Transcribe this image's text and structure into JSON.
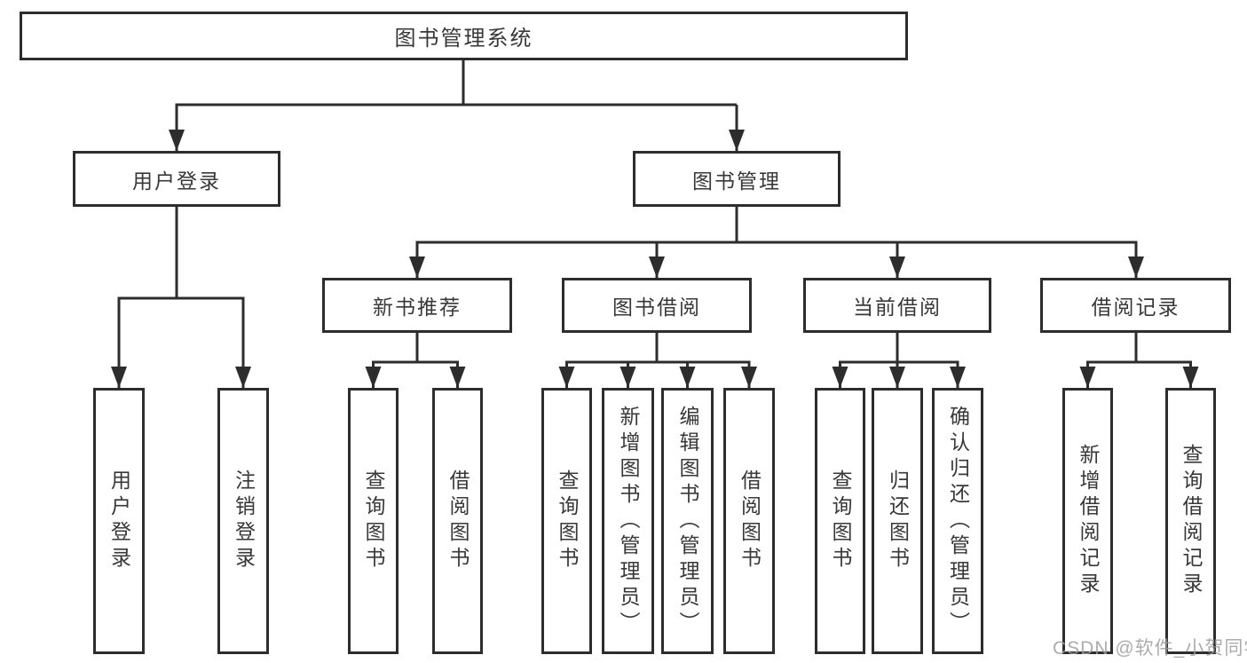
{
  "tree": {
    "label": "图书管理系统",
    "children": [
      {
        "label": "用户登录",
        "children": [
          {
            "label": "用户登录"
          },
          {
            "label": "注销登录"
          }
        ]
      },
      {
        "label": "图书管理",
        "children": [
          {
            "label": "新书推荐",
            "children": [
              {
                "label": "查询图书"
              },
              {
                "label": "借阅图书"
              }
            ]
          },
          {
            "label": "图书借阅",
            "children": [
              {
                "label": "查询图书"
              },
              {
                "label": "新增图书（管理员）"
              },
              {
                "label": "编辑图书（管理员）"
              },
              {
                "label": "借阅图书"
              }
            ]
          },
          {
            "label": "当前借阅",
            "children": [
              {
                "label": "查询图书"
              },
              {
                "label": "归还图书"
              },
              {
                "label": "确认归还（管理员）"
              }
            ]
          },
          {
            "label": "借阅记录",
            "children": [
              {
                "label": "新增借阅记录"
              },
              {
                "label": "查询借阅记录"
              }
            ]
          }
        ]
      }
    ]
  },
  "watermark": {
    "text": "CSDN @软件_小贺同学"
  },
  "colors": {
    "line": "#2d2d2d",
    "text": "#383838",
    "background": "#ffffff",
    "watermark": "#9e9e9e"
  }
}
